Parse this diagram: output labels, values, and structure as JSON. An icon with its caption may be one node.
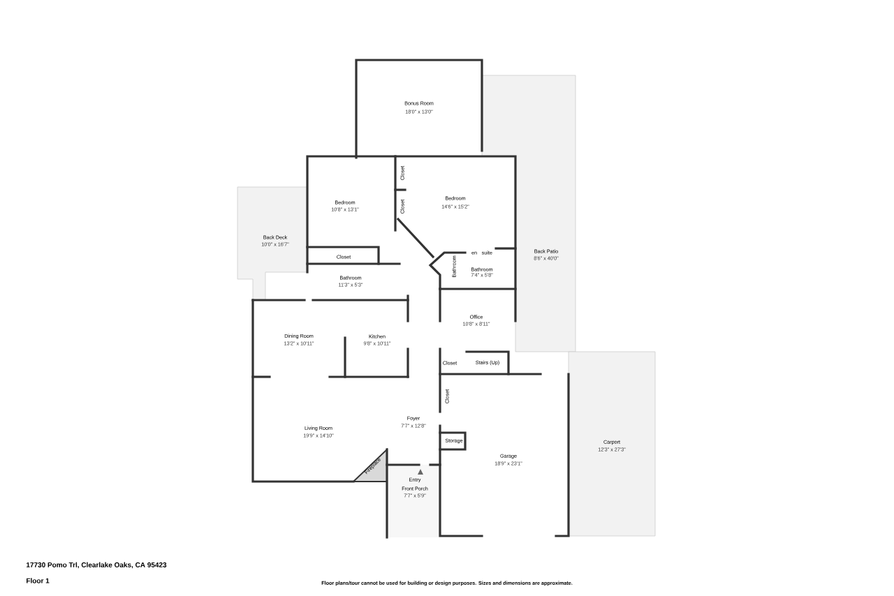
{
  "diagram": {
    "title": "17730 Pomo Trl, Clearlake Oaks, CA 95423",
    "caption": "Floor plans/tour cannot be used for building or design purposes. Sizes and dimensions are approximate.",
    "labels": [
      "Bonus Room",
      "18'0\" x 13'0\"",
      "Closet",
      "Bedroom",
      "10'8\" x 13'1\"",
      "Bedroom",
      "14'6\" x 15'2\"",
      "Closet",
      "Back Deck",
      "10'0\" x 16'7\"",
      "Closet",
      "Bathroom",
      "en suite Bathroom",
      "7'4\" x 5'8\"",
      "Back Patio",
      "8'6\" x 40'0\"",
      "Bathroom",
      "11'3\" x 5'3\"",
      "Office",
      "10'8\" x 8'11\"",
      "Dining Room",
      "13'2\" x 10'11\"",
      "Kitchen",
      "9'8\" x 10'11\"",
      "Closet",
      "Stairs (Up)",
      "Closet",
      "Foyer",
      "7'7\" x 12'8\"",
      "Living Room",
      "19'9\" x 14'10\"",
      "Storage",
      "Carport",
      "12'3\" x 27'3\"",
      "Garage",
      "18'9\" x 23'1\"",
      "Fireplace",
      "Entry",
      "Front Porch",
      "7'7\" x 5'9\"",
      "Floor 1"
    ]
  }
}
